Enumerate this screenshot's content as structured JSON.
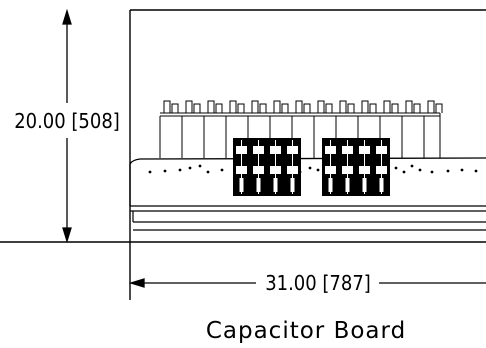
{
  "drawing": {
    "height_dimension": "20.00 [508]",
    "width_dimension": "31.00 [787]",
    "caption": "Capacitor Board"
  }
}
